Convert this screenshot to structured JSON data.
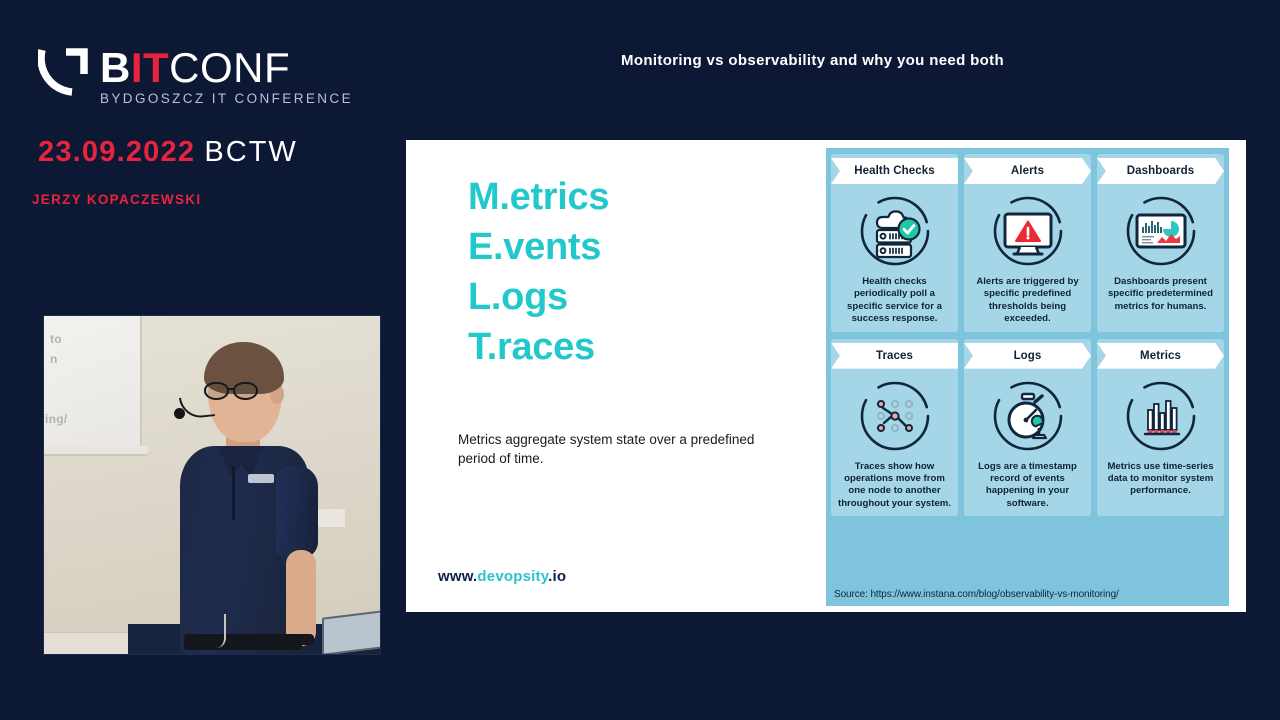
{
  "brand": {
    "logo_icon": "bitconf-bracket-arc-logo",
    "wordmark_b": "B",
    "wordmark_it": "IT",
    "wordmark_conf": "CONF",
    "tagline": "BYDGOSZCZ IT CONFERENCE",
    "date": "23.09.2022",
    "venue": "BCTW",
    "speaker": "JERZY KOPACZEWSKI",
    "accent_red": "#e8243c",
    "background_navy": "#0d1834"
  },
  "header": {
    "deck_title": "Monitoring vs observability and why you need both"
  },
  "video": {
    "label": "speaker-camera-feed"
  },
  "slide": {
    "melt": [
      "M.etrics",
      "E.vents",
      "L.ogs",
      "T.races"
    ],
    "melt_color": "#22c8cc",
    "body": "Metrics aggregate system state over a predefined period of time.",
    "footer_www": "www.",
    "footer_brand": "devopsity",
    "footer_tld": ".io"
  },
  "infographic": {
    "source": "Source: https://www.instana.com/blog/observability-vs-monitoring/",
    "card_bg": "#a4d6e8",
    "panel_bg": "#7ec4dd",
    "top_row": [
      {
        "title": "Health Checks",
        "icon": "server-cloud-check-icon",
        "desc": "Health checks periodically poll a specific service for a success response."
      },
      {
        "title": "Alerts",
        "icon": "monitor-warning-icon",
        "desc": "Alerts are triggered by specific predefined thresholds being exceeded."
      },
      {
        "title": "Dashboards",
        "icon": "dashboard-charts-icon",
        "desc": "Dashboards present specific predetermined metrics for humans."
      }
    ],
    "bottom_row": [
      {
        "title": "Traces",
        "icon": "node-graph-icon",
        "desc": "Traces show how operations move from one node to another throughout your system."
      },
      {
        "title": "Logs",
        "icon": "stopwatch-icon",
        "desc": "Logs are a timestamp record of events happening in your software."
      },
      {
        "title": "Metrics",
        "icon": "bar-chart-icon",
        "desc": "Metrics use time-series data to monitor system performance."
      }
    ]
  }
}
